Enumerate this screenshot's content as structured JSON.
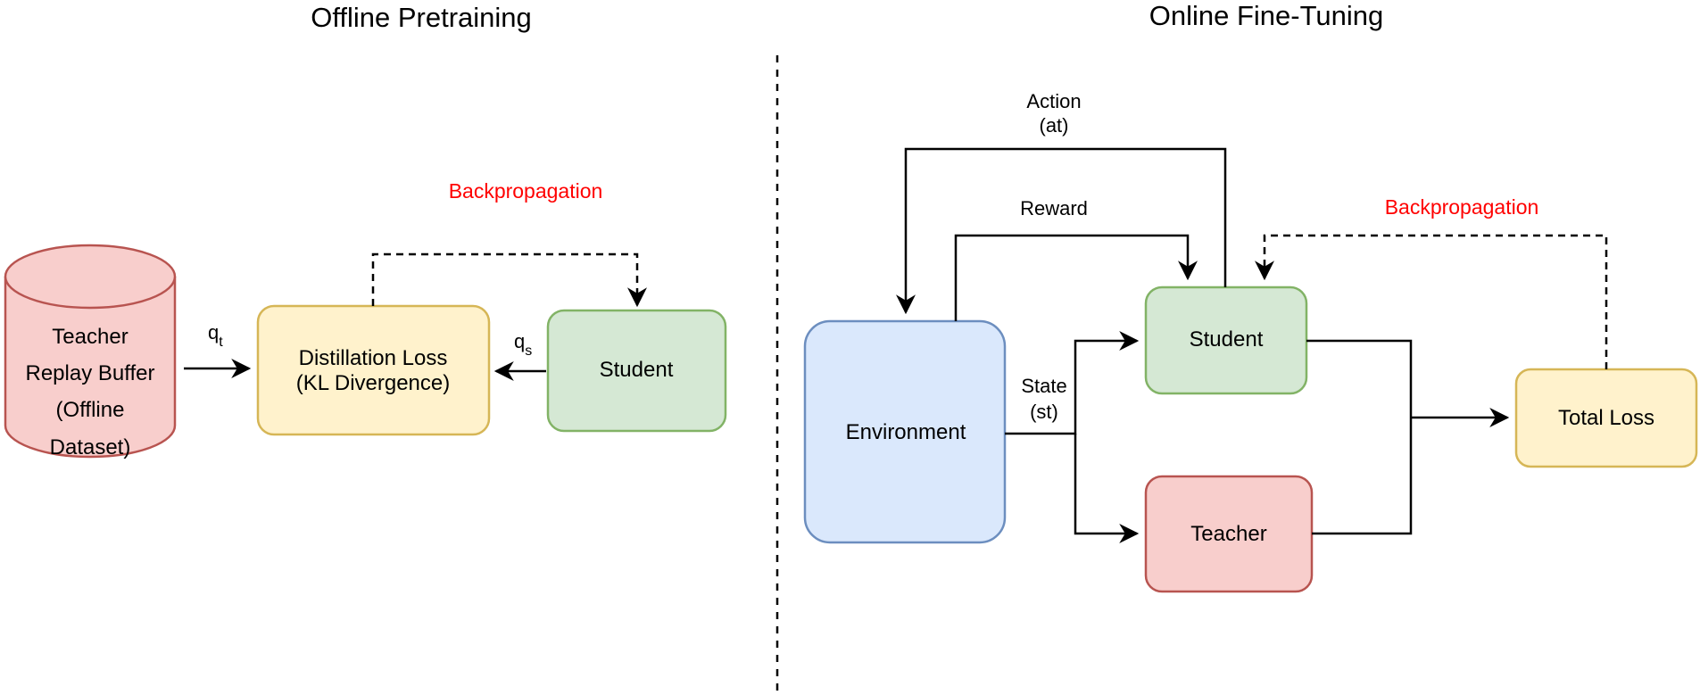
{
  "titles": {
    "left": "Offline Pretraining",
    "right": "Online Fine-Tuning"
  },
  "colors": {
    "teacher_fill": "#f8cecc",
    "teacher_stroke": "#b85450",
    "student_fill": "#d5e8d4",
    "student_stroke": "#82b366",
    "loss_fill": "#fff2cc",
    "loss_stroke": "#d6b656",
    "environment_fill": "#dae8fc",
    "environment_stroke": "#6c8ebf",
    "backprop_text": "#ff0000",
    "line": "#000000"
  },
  "offline": {
    "buffer": {
      "line1": "Teacher",
      "line2": "Replay Buffer",
      "line3": "(Offline",
      "line4": "Dataset)"
    },
    "loss": {
      "line1": "Distillation Loss",
      "line2": "(KL Divergence)"
    },
    "student": "Student",
    "qt": {
      "base": "q",
      "sub": "t"
    },
    "qs": {
      "base": "q",
      "sub": "s"
    },
    "backprop": "Backpropagation"
  },
  "online": {
    "environment": "Environment",
    "student": "Student",
    "teacher": "Teacher",
    "total_loss": "Total Loss",
    "action": {
      "line1": "Action",
      "line2": "(at)"
    },
    "reward": "Reward",
    "state": {
      "line1": "State",
      "line2": "(st)"
    },
    "backprop": "Backpropagation"
  }
}
